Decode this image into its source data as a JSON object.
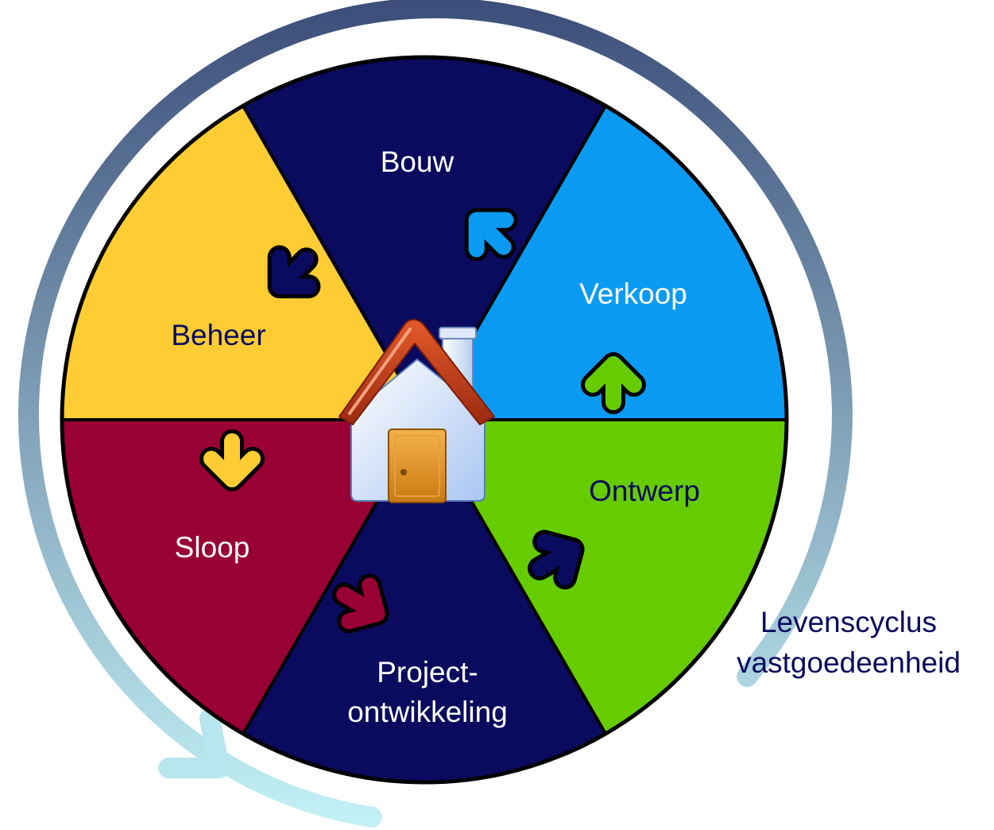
{
  "segments": [
    {
      "id": "bouw",
      "label": "Bouw",
      "fill": "#0a0a5e",
      "text_color": "#ffffff"
    },
    {
      "id": "verkoop",
      "label": "Verkoop",
      "fill": "#0a9af2",
      "text_color": "#ffffff"
    },
    {
      "id": "ontwerp",
      "label": "Ontwerp",
      "fill": "#66cc00",
      "text_color": "#0a0a5e"
    },
    {
      "id": "projectontwikkeling",
      "label_line1": "Project-",
      "label_line2": "ontwikkeling",
      "fill": "#0a0a5e",
      "text_color": "#ffffff"
    },
    {
      "id": "sloop",
      "label": "Sloop",
      "fill": "#990033",
      "text_color": "#ffffff"
    },
    {
      "id": "beheer",
      "label": "Beheer",
      "fill": "#ffcc33",
      "text_color": "#0a0a5e"
    }
  ],
  "arrows": [
    {
      "from": "ontwerp",
      "to": "verkoop",
      "color": "#66cc00"
    },
    {
      "from": "verkoop",
      "to": "bouw",
      "color": "#0a9af2"
    },
    {
      "from": "bouw",
      "to": "beheer",
      "color": "#0a0a5e"
    },
    {
      "from": "beheer",
      "to": "sloop",
      "color": "#ffcc33"
    },
    {
      "from": "sloop",
      "to": "projectontwikkeling",
      "color": "#990033"
    },
    {
      "from": "projectontwikkeling",
      "to": "ontwerp",
      "color": "#0a0a5e"
    }
  ],
  "center_icon": "house-icon",
  "cycle_ring": {
    "color_top": "#3d4f7a",
    "color_bottom": "#c2f0f5"
  },
  "caption": {
    "line1": "Levenscyclus",
    "line2": "vastgoedeenheid",
    "color": "#0a0a5e"
  }
}
